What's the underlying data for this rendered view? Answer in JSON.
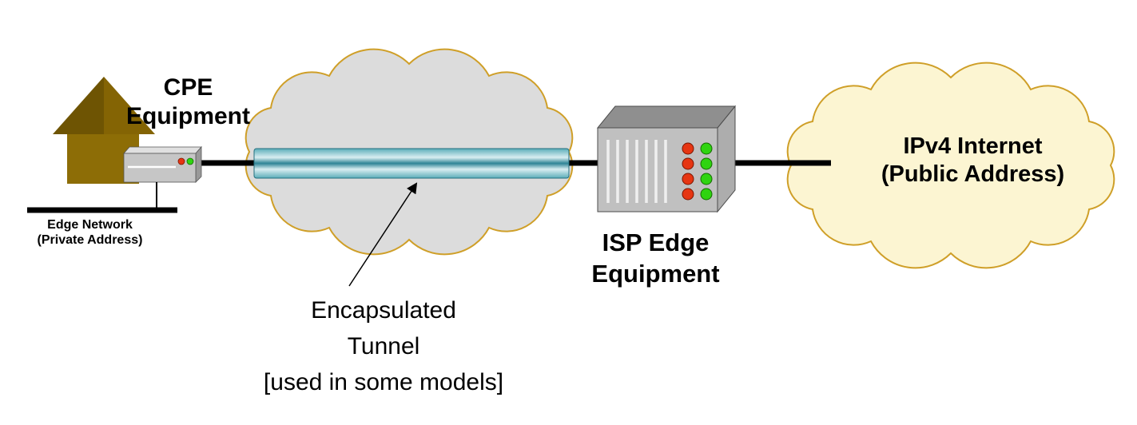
{
  "labels": {
    "cpe": {
      "line1": "CPE",
      "line2": "Equipment"
    },
    "edge_network": {
      "line1": "Edge Network",
      "line2": "(Private Address)"
    },
    "tunnel": {
      "line1": "Encapsulated",
      "line2": "Tunnel",
      "line3": "[used in some models]"
    },
    "isp": {
      "line1": "ISP Edge",
      "line2": "Equipment"
    },
    "internet": {
      "line1": "IPv4 Internet",
      "line2": "(Public Address)"
    }
  },
  "colors": {
    "background": "#ffffff",
    "cloud_gray_fill": "#dcdcdc",
    "cloud_yellow_fill": "#fcf5d2",
    "cloud_stroke": "#cf9f28",
    "tunnel_edge": "#5aacb8",
    "tunnel_light": "#d9eef1",
    "tunnel_dark": "#2e8496",
    "tunnel_stroke": "#23707f",
    "house_body": "#8d6d06",
    "house_roof_dark": "#6e5403",
    "house_roof_light": "#846404",
    "device_top": "#e0e0e0",
    "device_side": "#999999",
    "device_front": "#c6c6c6",
    "router_front": "#c0c0c0",
    "router_top": "#8f8f8f",
    "router_side": "#adadad",
    "led_red": "#e63512",
    "led_green": "#2fd410",
    "line_black": "#000000"
  }
}
